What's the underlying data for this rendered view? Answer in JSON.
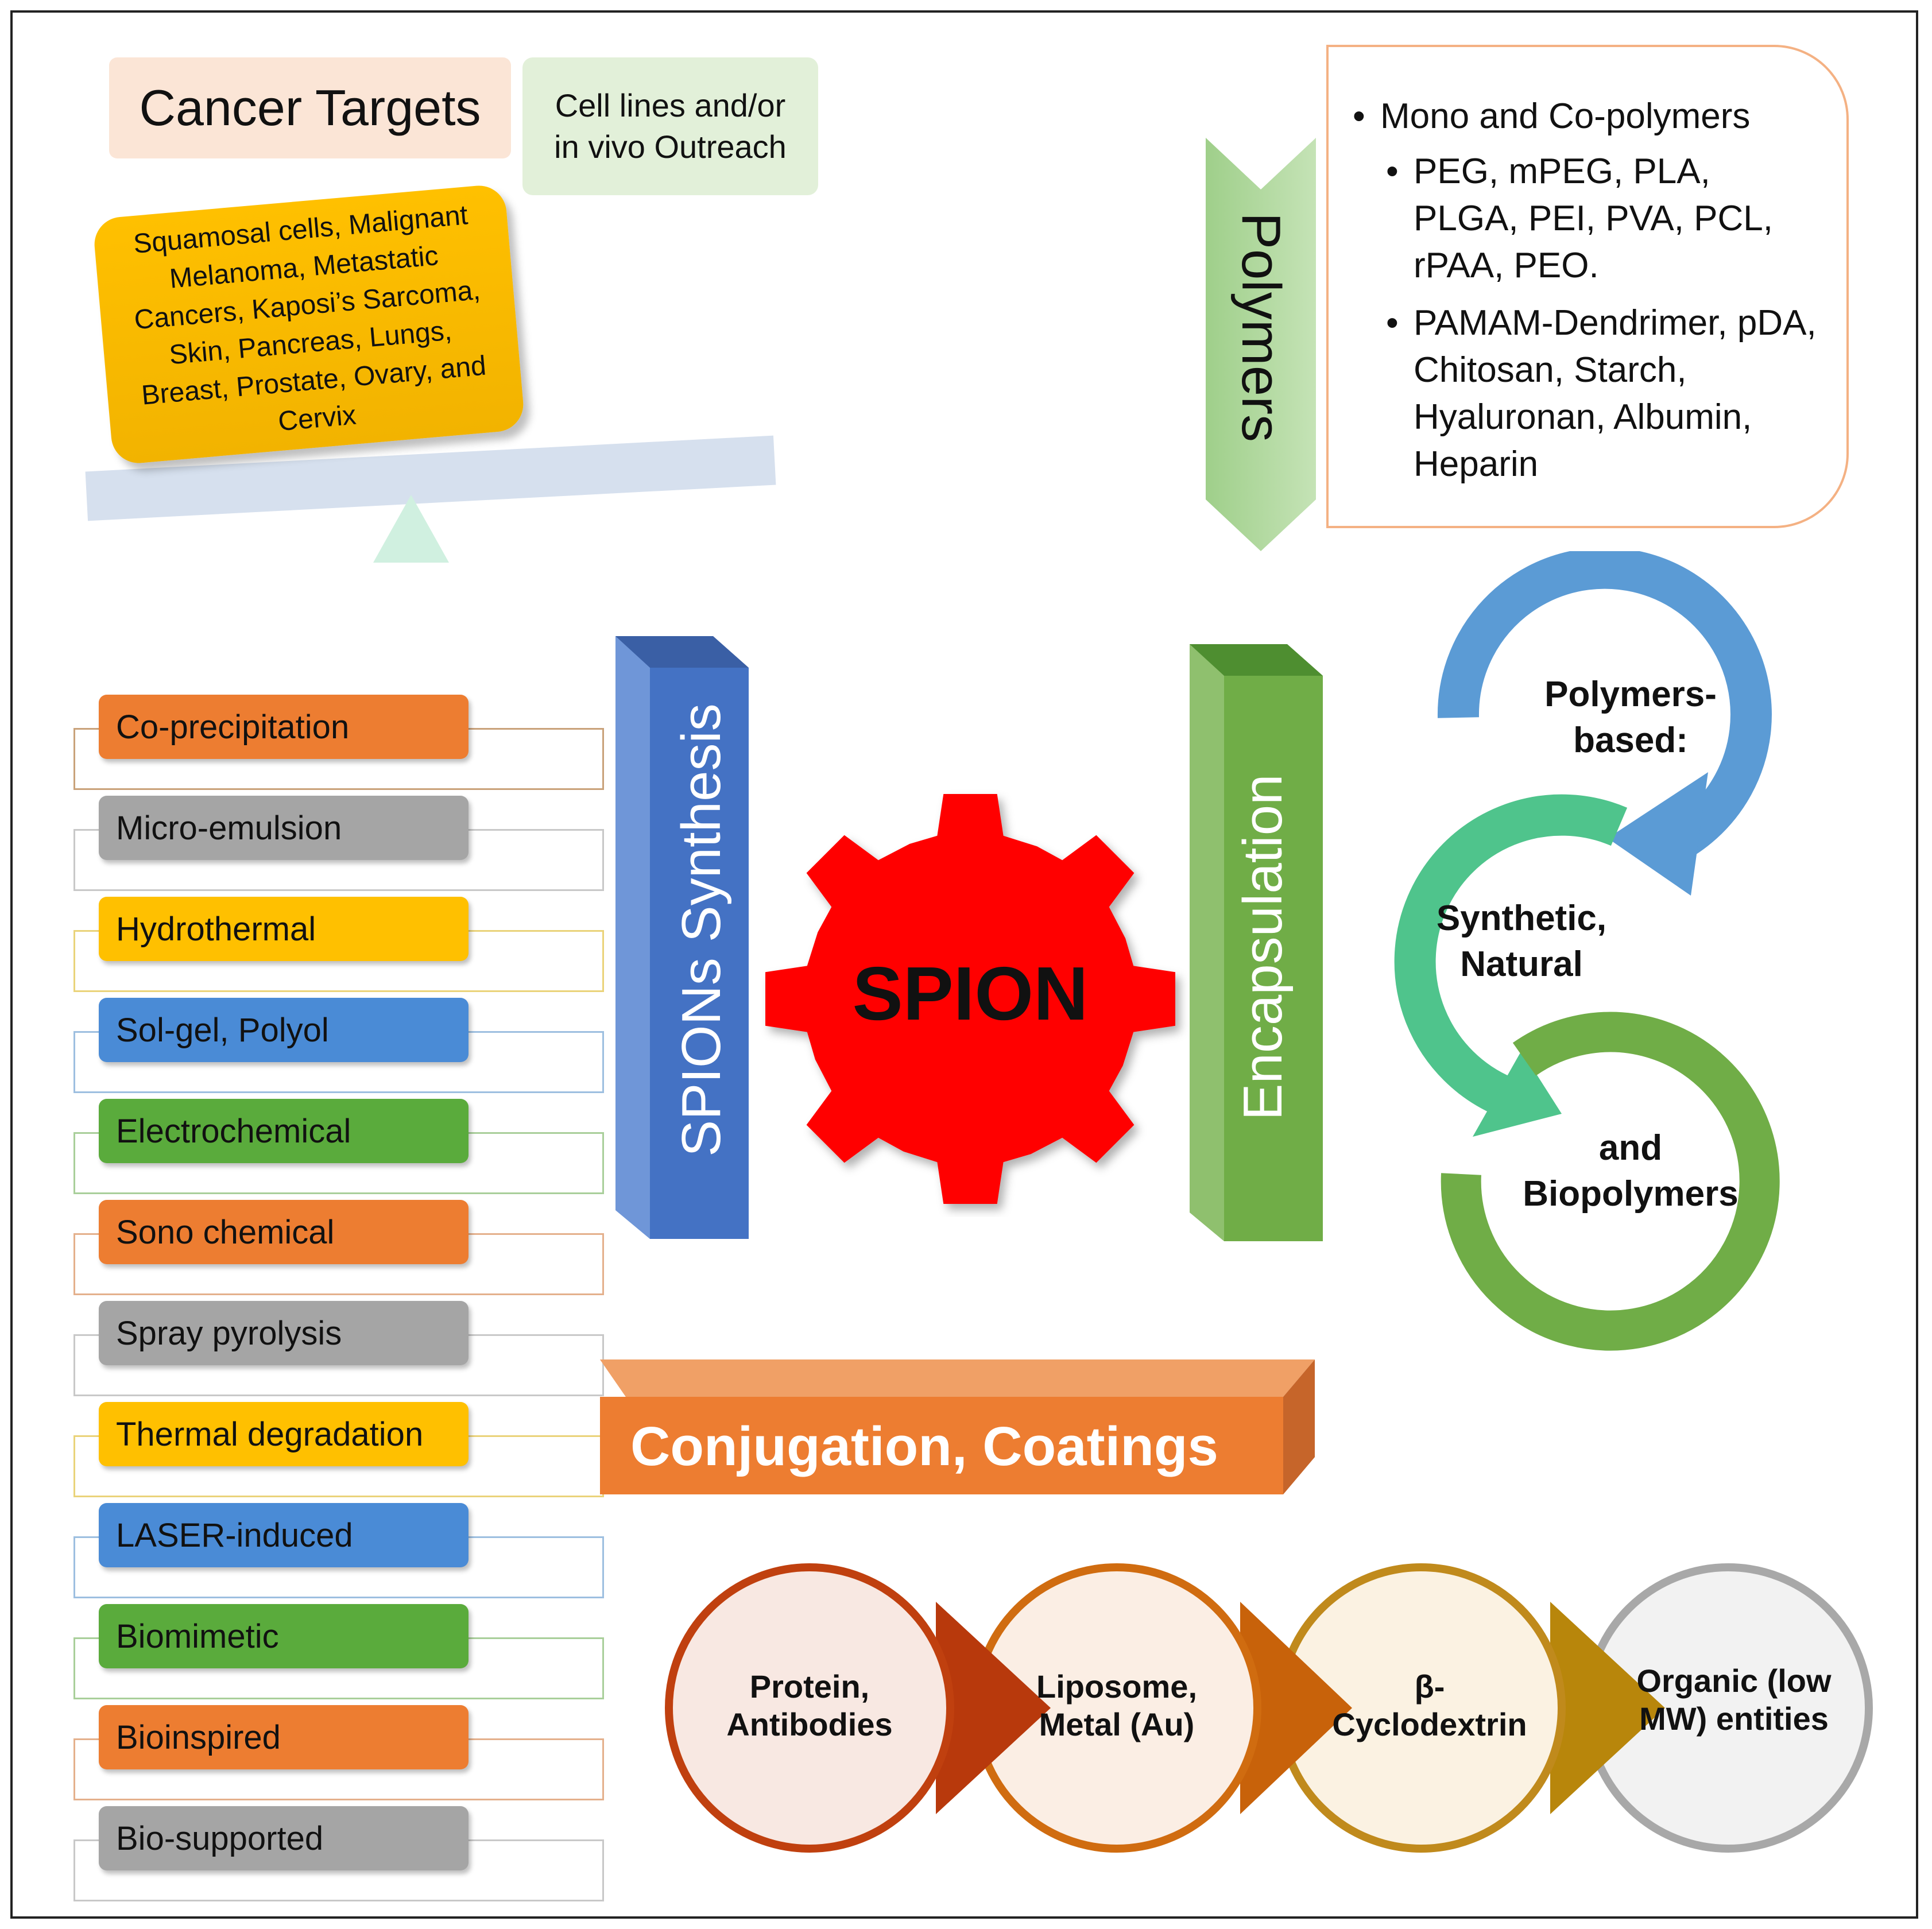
{
  "cancer": {
    "title": "Cancer Targets",
    "outreach_line1": "Cell lines and/or",
    "outreach_line2": "in vivo Outreach",
    "targets_lines": [
      "Squamosal cells, Malignant",
      "Melanoma, Metastatic",
      "Cancers,  Kaposi’s Sarcoma,",
      "Skin, Pancreas, Lungs,",
      "Breast, Prostate,  Ovary, and",
      "Cervix"
    ]
  },
  "polymers": {
    "label": "Polymers",
    "item1": "Mono and Co-polymers",
    "sub1": "PEG, mPEG, PLA, PLGA, PEI, PVA, PCL, rPAA, PEO.",
    "sub2": "PAMAM-Dendrimer, pDA, Chitosan, Starch, Hyaluronan, Albumin, Heparin"
  },
  "synthesis": {
    "label": "SPIONs Synthesis",
    "methods": [
      {
        "label": "Co-precipitation",
        "color": "#ed7d31",
        "outline": "#c9a27a"
      },
      {
        "label": "Micro-emulsion",
        "color": "#a5a5a5",
        "outline": "#c8c8c8"
      },
      {
        "label": "Hydrothermal",
        "color": "#ffc000",
        "outline": "#ead37a"
      },
      {
        "label": "Sol-gel, Polyol",
        "color": "#4a8bd6",
        "outline": "#9dbfe0"
      },
      {
        "label": "Electrochemical",
        "color": "#5aab3c",
        "outline": "#a9cf9a"
      },
      {
        "label": "Sono chemical",
        "color": "#ed7d31",
        "outline": "#e4b08c"
      },
      {
        "label": "Spray pyrolysis",
        "color": "#a5a5a5",
        "outline": "#c8c8c8"
      },
      {
        "label": "Thermal degradation",
        "color": "#ffc000",
        "outline": "#ead37a"
      },
      {
        "label": "LASER-induced",
        "color": "#4a8bd6",
        "outline": "#9dbfe0"
      },
      {
        "label": "Biomimetic",
        "color": "#5aab3c",
        "outline": "#a9cf9a"
      },
      {
        "label": "Bioinspired",
        "color": "#ed7d31",
        "outline": "#e4b08c"
      },
      {
        "label": "Bio-supported",
        "color": "#a5a5a5",
        "outline": "#c8c8c8"
      }
    ]
  },
  "center": {
    "label": "SPION",
    "color": "#ff0000"
  },
  "encapsulation": {
    "label": "Encapsulation"
  },
  "cycle": {
    "top_line1": "Polymers-",
    "top_line2": "based:",
    "mid_line1": "Synthetic,",
    "mid_line2": "Natural",
    "bot_line1": "and",
    "bot_line2": "Biopolymers"
  },
  "conjugation": {
    "label": "Conjugation, Coatings",
    "circles": [
      {
        "line1": "Protein,",
        "line2": "Antibodies",
        "color": "#c0400f"
      },
      {
        "line1": "Liposome,",
        "line2": "Metal (Au)",
        "color": "#d06c10"
      },
      {
        "line1": "β-",
        "line2": "Cyclodextrin",
        "color": "#c08a1c"
      },
      {
        "line1": "Organic (low",
        "line2": "MW) entities",
        "color": "#a8a8a8"
      }
    ]
  }
}
